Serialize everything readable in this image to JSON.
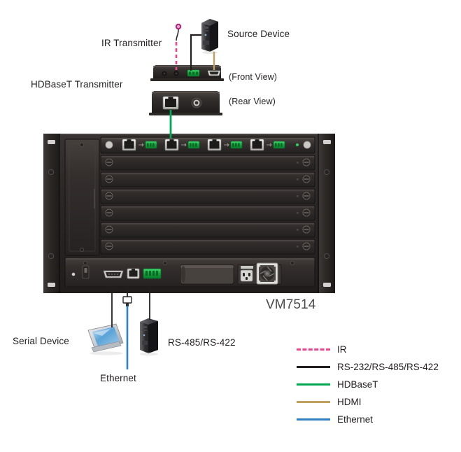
{
  "diagram": {
    "product_label": "VM7514",
    "labels": {
      "ir_transmitter": "IR Transmitter",
      "source_device": "Source Device",
      "hdbaset_transmitter": "HDBaseT Transmitter",
      "front_view": "(Front View)",
      "rear_view": "(Rear View)",
      "serial_device": "Serial Device",
      "ethernet": "Ethernet",
      "rs485_rs422": "RS-485/RS-422"
    }
  },
  "legend": {
    "items": [
      {
        "label": "IR",
        "color": "#e8468c",
        "style": "dashed"
      },
      {
        "label": "RS-232/RS-485/RS-422",
        "color": "#231f20",
        "style": "solid"
      },
      {
        "label": "HDBaseT",
        "color": "#00a651",
        "style": "solid"
      },
      {
        "label": "HDMI",
        "color": "#bfa05e",
        "style": "solid"
      },
      {
        "label": "Ethernet",
        "color": "#2f7fc1",
        "style": "solid"
      }
    ]
  },
  "chassis": {
    "slot_count": 8,
    "populated_slot_index": 0,
    "port_group_count": 4,
    "rear_ports": [
      "serial-db9",
      "ethernet-rj45",
      "terminal-block"
    ]
  }
}
